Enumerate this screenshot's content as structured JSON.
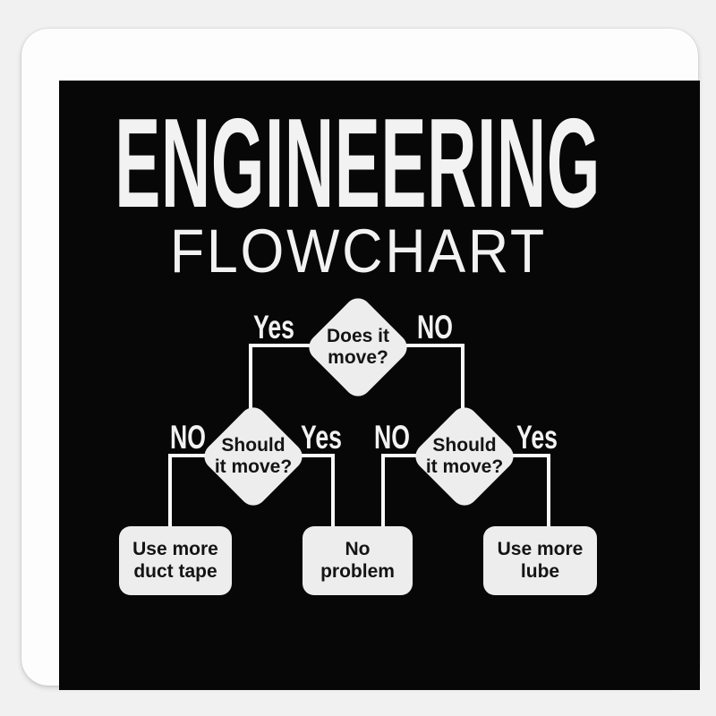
{
  "page": {
    "background": "#f1f1f2"
  },
  "sticker": {
    "background": "#fdfdfd",
    "panel_background": "#070707"
  },
  "title": {
    "line1": "ENGINEERING",
    "line2": "FLOWCHART",
    "color": "#f2f2f2"
  },
  "flowchart": {
    "line_color": "#fafafa",
    "node_fill": "#ededed",
    "node_text_color": "#141414",
    "branch_label_color": "#f2f2f2",
    "root": {
      "question": "Does it\nmove?",
      "yes_label": "Yes",
      "no_label": "NO"
    },
    "left": {
      "question": "Should\nit move?",
      "no_label": "NO",
      "yes_label": "Yes"
    },
    "right": {
      "question": "Should\nit move?",
      "no_label": "NO",
      "yes_label": "Yes"
    },
    "outcomes": {
      "duct_tape": "Use more\nduct tape",
      "no_problem": "No\nproblem",
      "lube": "Use more\nlube"
    }
  }
}
